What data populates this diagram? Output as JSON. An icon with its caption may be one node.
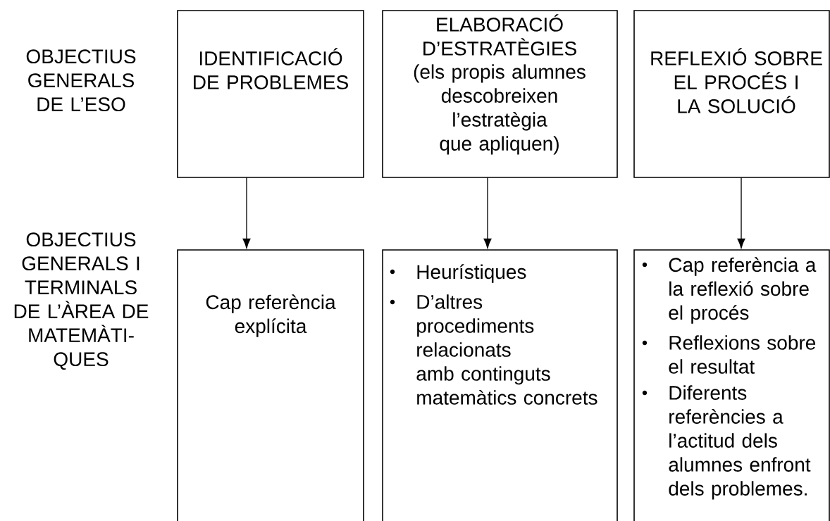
{
  "diagram": {
    "nodes": [
      {
        "text": [
          "IDENTIFICACIÓ DE PROBLEMES"
        ]
      },
      {
        "text": [
          "ELABORACIÓ D’ESTRATÈGIES",
          "(els propis alumnes descobreixen l’estratègia que apliquen)"
        ]
      },
      {
        "text": [
          "REFLEXIÓ SOBRE EL PROCÉS I LA SOLUCIÓ"
        ]
      },
      {
        "text": [
          "Cap referència explícita"
        ]
      },
      {
        "text": [
          "Heurístiques",
          "D’altres procediments relacionats amb continguts matemàtics concrets"
        ]
      },
      {
        "text": [
          "Cap referència a la reflexió sobre el procés",
          "Reflexions sobre el resultat",
          "Diferents referències a l’actitud dels alumnes enfront dels problemes."
        ]
      }
    ],
    "edges": [
      {
        "from": 0,
        "to": 3,
        "arrow": "to"
      },
      {
        "from": 1,
        "to": 4,
        "arrow": "to"
      },
      {
        "from": 2,
        "to": 5,
        "arrow": "to"
      }
    ],
    "labels": [
      "OBJECTIUS GENERALS DE L’ESO",
      "OBJECTIUS GENERALS I TERMINALS DE L’ÀREA DE MATEMÀTI- QUES"
    ]
  }
}
